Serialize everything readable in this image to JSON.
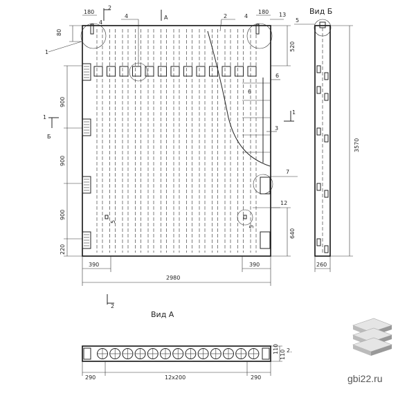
{
  "drawing": {
    "front": {
      "dim_top_left": "180",
      "dim_top_right": "180",
      "dim_left_top": "80",
      "dim_right_520": "520",
      "dim_left_900_a": "900",
      "dim_left_900_b": "900",
      "dim_left_900_c": "900",
      "dim_left_220": "220",
      "dim_right_640": "640",
      "dim_bottom_390_left": "390",
      "dim_bottom_390_right": "390",
      "dim_total_width": "2980",
      "section_letter_A": "A",
      "section_letter_B": "Б",
      "section_2_top": "2",
      "section_2_bottom": "2",
      "section_1_left": "1",
      "section_1_right": "1",
      "callouts": [
        "1",
        "4",
        "4",
        "2",
        "4",
        "13",
        "5",
        "6",
        "6",
        "3",
        "7",
        "12",
        "5",
        "5"
      ]
    },
    "side": {
      "title": "Вид Б",
      "dim_height": "3570",
      "dim_width": "260"
    },
    "bottom_view": {
      "title": "Вид А",
      "dim_left": "290",
      "dim_middle": "12x200",
      "dim_right": "290",
      "dim_height_a": "110",
      "dim_height_b": "110",
      "callout": "2."
    }
  },
  "watermark": {
    "text": "gbi22.ru",
    "logo": "stacked-slabs-icon"
  }
}
